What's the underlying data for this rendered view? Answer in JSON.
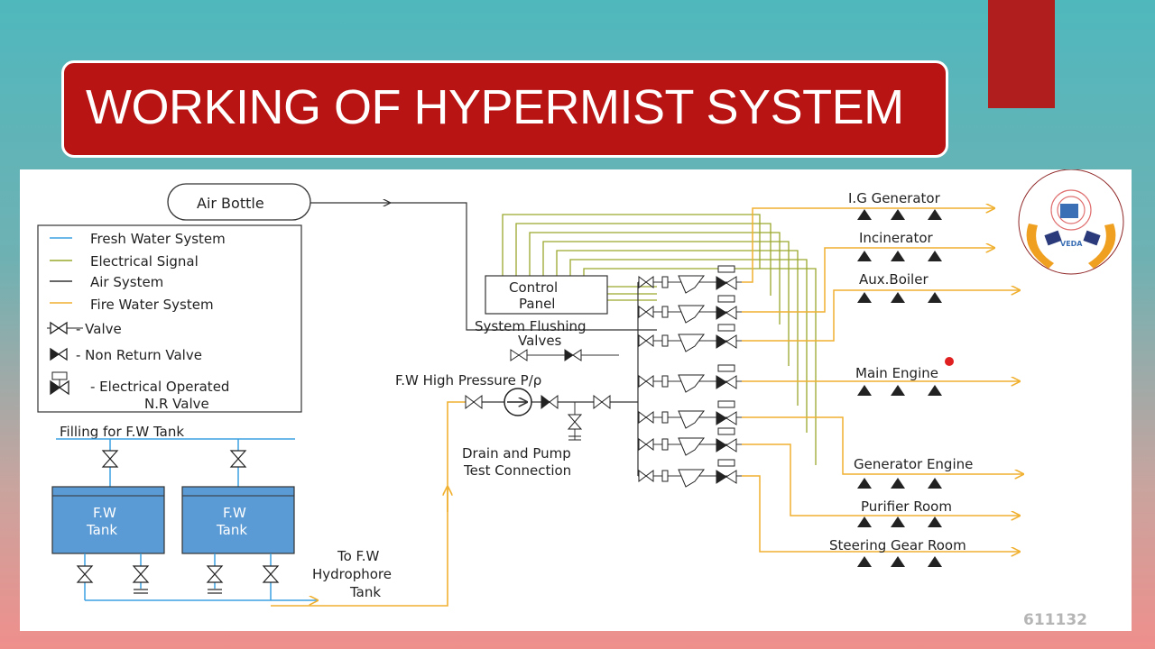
{
  "slide": {
    "title": "WORKING OF HYPERMIST SYSTEM",
    "accent_color": "#b81414"
  },
  "legend": {
    "fresh_water": "Fresh Water System",
    "electrical": "Electrical Signal",
    "air": "Air System",
    "fire_water": "Fire Water System",
    "valve": "- Valve",
    "nrv": "- Non Return Valve",
    "eo_nrv_1": "- Electrical Operated",
    "eo_nrv_2": "N.R Valve"
  },
  "colors": {
    "fresh_water": "#3ba0e0",
    "electrical": "#9aa82c",
    "air": "#333333",
    "fire_water": "#f0b030",
    "tank_fill": "#5b9bd5"
  },
  "components": {
    "air_bottle": "Air Bottle",
    "control_panel_1": "Control",
    "control_panel_2": "Panel",
    "flushing_1": "System Flushing",
    "flushing_2": "Valves",
    "pump": "F.W High Pressure P/ρ",
    "drain_1": "Drain and Pump",
    "drain_2": "Test Connection",
    "filling": "Filling for F.W Tank",
    "tank1_1": "F.W",
    "tank1_2": "Tank",
    "tank2_1": "F.W",
    "tank2_2": "Tank",
    "hydro_1": "To F.W",
    "hydro_2": "Hydrophore",
    "hydro_3": "Tank"
  },
  "destinations": [
    "I.G Generator",
    "Incinerator",
    "Aux.Boiler",
    "Main Engine",
    "Generator Engine",
    "Purifier Room",
    "Steering Gear Room"
  ],
  "logo": {
    "text": "VEDA"
  },
  "watermark": "611132"
}
